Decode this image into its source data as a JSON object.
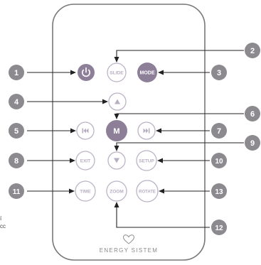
{
  "colors": {
    "remote_outline": "#777777",
    "button_outline": "#bdb3c6",
    "button_text": "#b8aec2",
    "filled_button": "#8e7f99",
    "callout": "#8d8a8f",
    "arrow": "#222222"
  },
  "remote": {
    "brand": "ENERGY SISTEM",
    "logo": "heart-logo-icon"
  },
  "buttons": {
    "power": {
      "icon": "power-icon"
    },
    "slide": "SLIDE",
    "mode": "MODE",
    "up": {
      "icon": "triangle-up-icon"
    },
    "prev": {
      "icon": "skip-previous-icon"
    },
    "menu": "M",
    "next": {
      "icon": "skip-next-icon"
    },
    "exit": "EXIT",
    "down": {
      "icon": "triangle-down-icon"
    },
    "setup": "SETUP",
    "time": "TIME",
    "zoom": "ZOOM",
    "rotate": "ROTATE"
  },
  "callouts": [
    "1",
    "2",
    "3",
    "4",
    "5",
    "6",
    "7",
    "8",
    "9",
    "10",
    "11",
    "12",
    "13"
  ],
  "side_text": [
    "í",
    "cc"
  ]
}
